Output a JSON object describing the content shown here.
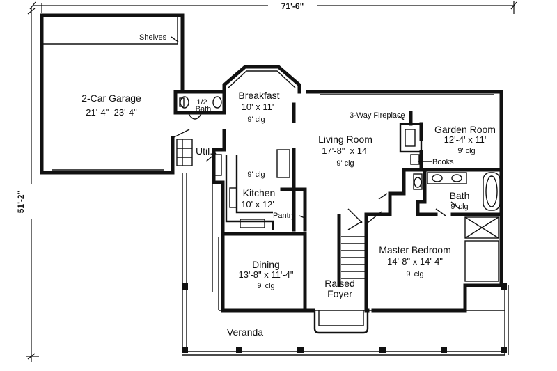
{
  "dimensions": {
    "width": "71'-6\"",
    "depth": "51'-2\""
  },
  "rooms": {
    "garage": {
      "name": "2-Car Garage",
      "size": "21'-4\"  23'-4\""
    },
    "half_bath": {
      "name_line1": "1/2",
      "name_line2": "Bath"
    },
    "breakfast": {
      "name": "Breakfast",
      "size": "10' x 11'",
      "ceiling": "9' clg"
    },
    "living": {
      "name": "Living Room",
      "size": "17'-8\"  x 14'",
      "ceiling": "9' clg"
    },
    "garden": {
      "name": "Garden Room",
      "size": "12'-4' x 11'",
      "ceiling": "9' clg"
    },
    "kitchen": {
      "name": "Kitchen",
      "size": "10' x 12'",
      "ceiling": "9' clg"
    },
    "bath": {
      "name": "Bath",
      "ceiling": "9' clg"
    },
    "master": {
      "name": "Master Bedroom",
      "size": "14'-8\" x 14'-4\"",
      "ceiling": "9' clg"
    },
    "dining": {
      "name": "Dining",
      "size": "13'-8\" x 11'-4\"",
      "ceiling": "9' clg"
    },
    "foyer": {
      "name_line1": "Raised",
      "name_line2": "Foyer"
    },
    "veranda": {
      "name": "Veranda"
    }
  },
  "features": {
    "shelves": "Shelves",
    "utility": "Util.",
    "fireplace": "3-Way Fireplace",
    "books": "Books",
    "pantry": "Pantry"
  }
}
